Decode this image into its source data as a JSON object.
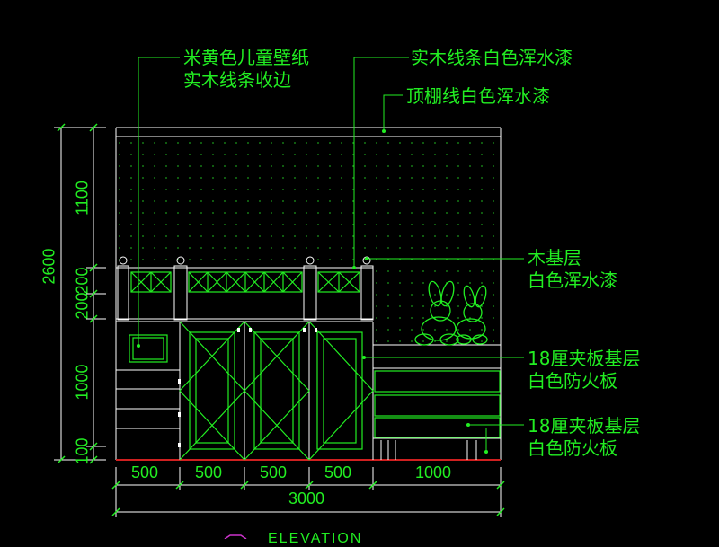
{
  "annotations": {
    "wallpaper": [
      "米黄色儿童壁纸",
      "实木线条收边"
    ],
    "wood_trim": "实木线条白色浑水漆",
    "ceiling_line": "顶棚线白色浑水漆",
    "wood_base": [
      "木基层",
      "白色浑水漆"
    ],
    "plywood_1": [
      "18厘夹板基层",
      "白色防火板"
    ],
    "plywood_2": [
      "18厘夹板基层",
      "白色防火板"
    ]
  },
  "vertical_dims": {
    "total": "2600",
    "segments": [
      "1100",
      "200",
      "200",
      "1000",
      "100"
    ]
  },
  "horizontal_dims": {
    "segments": [
      "500",
      "500",
      "500",
      "500",
      "1000"
    ],
    "total": "3000"
  },
  "title": "ELEVATION",
  "colors": {
    "line": "#22ee22",
    "dim": "#ffffff",
    "dot": "#1a9a1a",
    "floor": "#d02020",
    "accent": "#cc33cc"
  }
}
